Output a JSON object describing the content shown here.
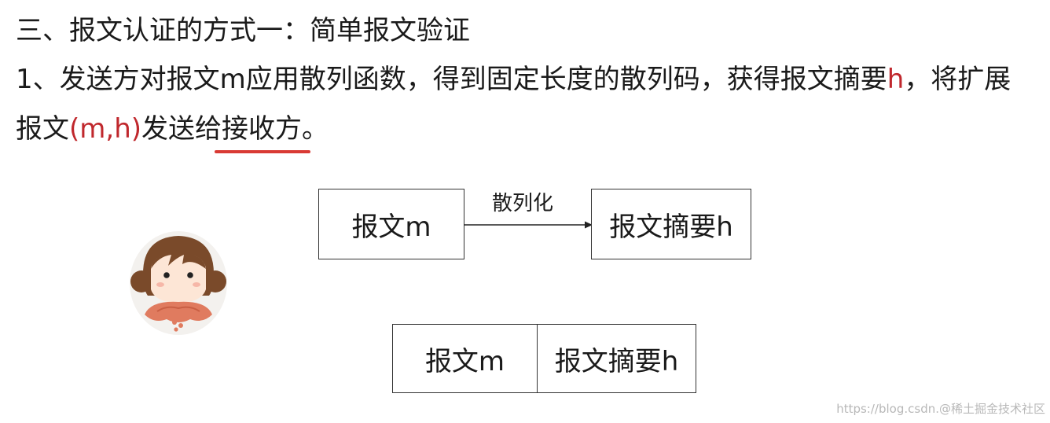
{
  "heading": "三、报文认证的方式一：简单报文验证",
  "paragraph": {
    "line1_a": "1、发送方对报文m应用散列函数，得到固定长度的散列码，获得报文摘要",
    "line1_h": "h",
    "line1_b": "，将扩展",
    "line2_a": "报文",
    "line2_mh": "(m,h)",
    "line2_b": "发送给接收方。"
  },
  "diagram": {
    "box_message": "报文m",
    "arrow_label": "散列化",
    "box_digest": "报文摘要h",
    "combined_message": "报文m",
    "combined_digest": "报文摘要h"
  },
  "colors": {
    "accent_red": "#c0282d",
    "underline_red": "#d93a34"
  },
  "icons": [
    "girl-avatar-icon"
  ],
  "watermark": "https://blog.csdn.@稀土掘金技术社区"
}
